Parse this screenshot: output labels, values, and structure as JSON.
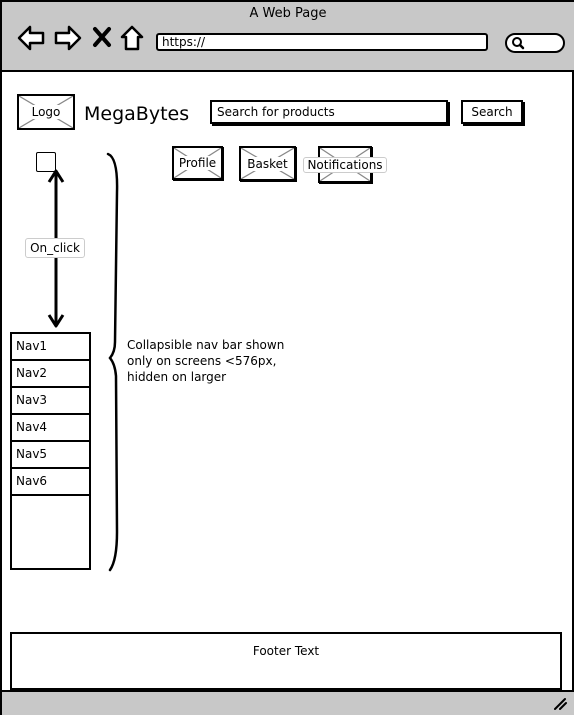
{
  "browser": {
    "title": "A Web Page",
    "url": "https://",
    "nav_icons": [
      "back-arrow-icon",
      "forward-arrow-icon",
      "close-icon",
      "home-icon",
      "search-icon"
    ]
  },
  "header": {
    "logo_label": "Logo",
    "brand_name": "MegaBytes",
    "search_placeholder": "Search for products",
    "search_button": "Search"
  },
  "top_nav": {
    "profile": "Profile",
    "basket": "Basket",
    "notifications": "Notifications"
  },
  "collapsible": {
    "trigger_label": "On_click",
    "items": [
      "Nav1",
      "Nav2",
      "Nav3",
      "Nav4",
      "Nav5",
      "Nav6"
    ],
    "annotation": "Collapsible nav bar shown only on screens <576px, hidden on larger"
  },
  "footer": {
    "text": "Footer Text"
  }
}
